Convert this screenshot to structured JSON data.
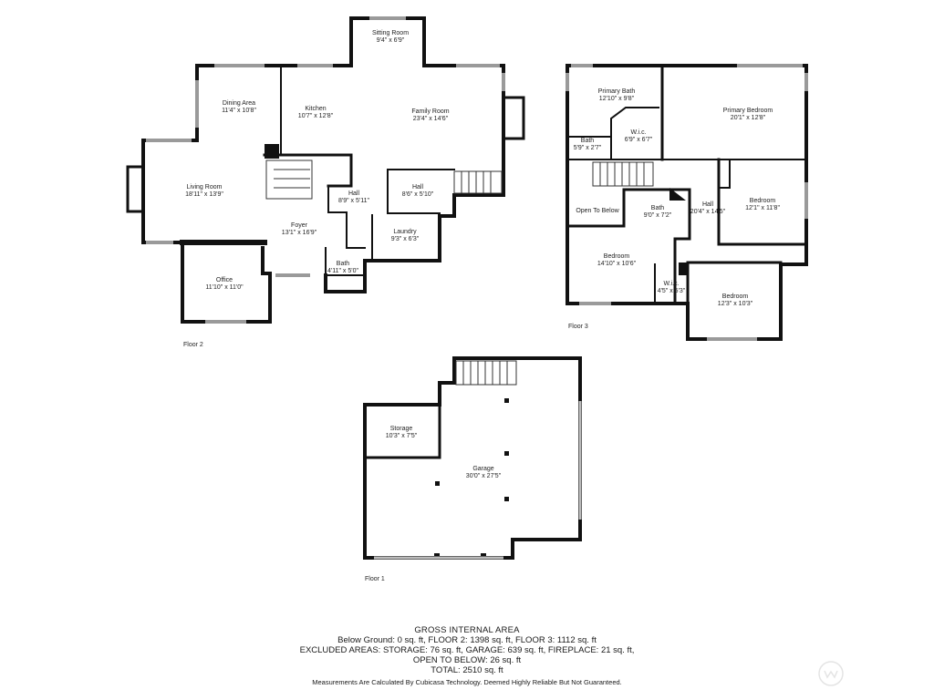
{
  "floors": [
    {
      "label": "Floor 2",
      "rooms": [
        {
          "name": "Sitting Room",
          "dims": "9'4\" x 6'9\""
        },
        {
          "name": "Dining Area",
          "dims": "11'4\" x 10'8\""
        },
        {
          "name": "Kitchen",
          "dims": "10'7\" x 12'8\""
        },
        {
          "name": "Family Room",
          "dims": "23'4\" x 14'6\""
        },
        {
          "name": "Living Room",
          "dims": "18'11\" x 13'9\""
        },
        {
          "name": "Hall",
          "dims": "8'9\" x 5'11\""
        },
        {
          "name": "Hall",
          "dims": "8'6\" x 5'10\""
        },
        {
          "name": "Foyer",
          "dims": "13'1\" x 16'9\""
        },
        {
          "name": "Laundry",
          "dims": "9'3\" x 6'3\""
        },
        {
          "name": "Bath",
          "dims": "4'11\" x 5'0\""
        },
        {
          "name": "Office",
          "dims": "11'10\" x 11'0\""
        }
      ]
    },
    {
      "label": "Floor 3",
      "rooms": [
        {
          "name": "Primary Bath",
          "dims": "12'10\" x 9'8\""
        },
        {
          "name": "Primary Bedroom",
          "dims": "20'1\" x 12'8\""
        },
        {
          "name": "W.i.c.",
          "dims": "6'9\" x 6'7\""
        },
        {
          "name": "Bath",
          "dims": "5'9\" x 2'7\""
        },
        {
          "name": "Open To Below",
          "dims": ""
        },
        {
          "name": "Bath",
          "dims": "9'0\" x 7'2\""
        },
        {
          "name": "Hall",
          "dims": "20'4\" x 14'5\""
        },
        {
          "name": "Bedroom",
          "dims": "12'1\" x 11'8\""
        },
        {
          "name": "Bedroom",
          "dims": "14'10\" x 10'6\""
        },
        {
          "name": "W.i.c.",
          "dims": "4'5\" x 5'3\""
        },
        {
          "name": "Bedroom",
          "dims": "12'3\" x 10'3\""
        }
      ]
    },
    {
      "label": "Floor 1",
      "rooms": [
        {
          "name": "Storage",
          "dims": "10'3\" x 7'5\""
        },
        {
          "name": "Garage",
          "dims": "30'0\" x 27'5\""
        }
      ]
    }
  ],
  "summary": {
    "title": "GROSS INTERNAL AREA",
    "lines": [
      "Below Ground: 0 sq. ft, FLOOR 2: 1398 sq. ft, FLOOR 3: 1112 sq. ft",
      "EXCLUDED AREAS: STORAGE: 76 sq. ft, GARAGE: 639 sq. ft, FIREPLACE: 21 sq. ft,",
      "OPEN TO BELOW: 26 sq. ft",
      "TOTAL: 2510 sq. ft"
    ],
    "disclaimer": "Measurements Are Calculated By Cubicasa Technology. Deemed Highly Reliable But Not Guaranteed."
  },
  "colors": {
    "wall": "#111111",
    "window": "#9a9a9a",
    "text": "#1e1e1e"
  },
  "icons": {
    "watermark": "watermark-seal-icon"
  }
}
